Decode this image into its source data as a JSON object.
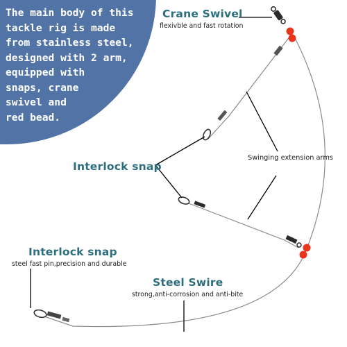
{
  "intro_text": "The main body of this\ntackle rig is made\nfrom stainless steel,\ndesigned with 2 arm,\nequipped with\nsnaps, crane\nswivel and\nred bead.",
  "labels": {
    "crane_swivel": {
      "title": "Crane Swivel",
      "desc": "flexivble and fast rotation"
    },
    "interlock_snap_mid": {
      "title": "Interlock snap"
    },
    "swinging_arms": {
      "title": "Swinging extension arms"
    },
    "interlock_snap_bottom": {
      "title": "Interlock snap",
      "desc": "steel fast pin,precision and durable"
    },
    "steel_wire": {
      "title": "Steel Swire",
      "desc": "strong,anti-corrosion and anti-bite"
    }
  },
  "colors": {
    "accent_blue": "#5273a6",
    "title_teal": "#2d6e7e",
    "bead_red": "#e8361c",
    "wire_gray": "#8a8a8a"
  }
}
